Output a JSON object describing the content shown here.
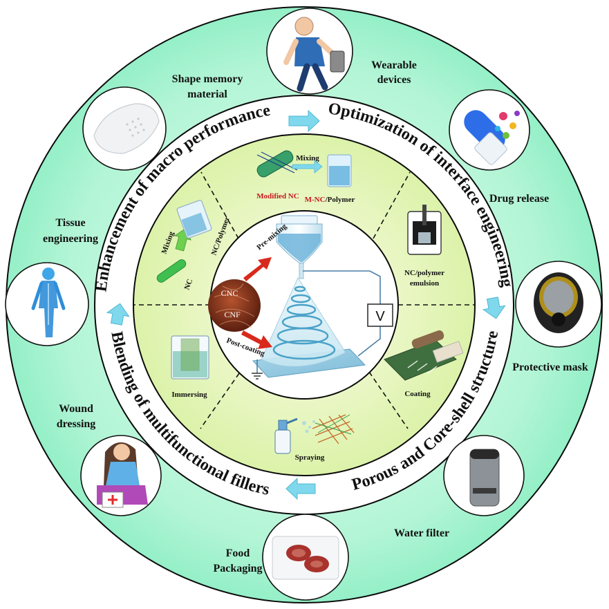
{
  "center": {
    "cnc": "CNC",
    "cnf": "CNF",
    "pre_mixing": "Pre-mixing",
    "post_coating": "Post-coating",
    "voltage": "V"
  },
  "ring_texts": [
    "Enhancement of macro performance",
    "Optimization of interface engineering",
    "Porous  and Core-shell structure",
    "Blending of multifunctional fillers"
  ],
  "inner_labels": {
    "mixing_top": "Mixing",
    "modified_nc": "Modified NC",
    "m_nc": "M-NC",
    "polymer_suffix": "/Polymer",
    "nc_polymer_emulsion_1": "NC/polymer",
    "nc_polymer_emulsion_2": "emulsion",
    "coating": "Coating",
    "spraying": "Spraying",
    "immersing": "Immersing",
    "mixing_left": "Mixing",
    "nc_polymer_left": "NC/Polymer",
    "nc": "NC"
  },
  "applications": {
    "wearable_1": "Wearable",
    "wearable_2": "devices",
    "drug_release": "Drug release",
    "protective_mask": "Protective mask",
    "water_filter": "Water filter",
    "food_1": "Food",
    "food_2": "Packaging",
    "wound_1": "Wound",
    "wound_2": "dressing",
    "tissue_1": "Tissue",
    "tissue_2": "engineering",
    "shape_1": "Shape memory",
    "shape_2": "material"
  },
  "colors": {
    "outer_ring": "#aef5d6",
    "inner_ring": "#e6f5b8",
    "accent_arrow": "#7fd8ec",
    "red_label": "#c8161d",
    "red_arrow": "#d82a1c"
  }
}
